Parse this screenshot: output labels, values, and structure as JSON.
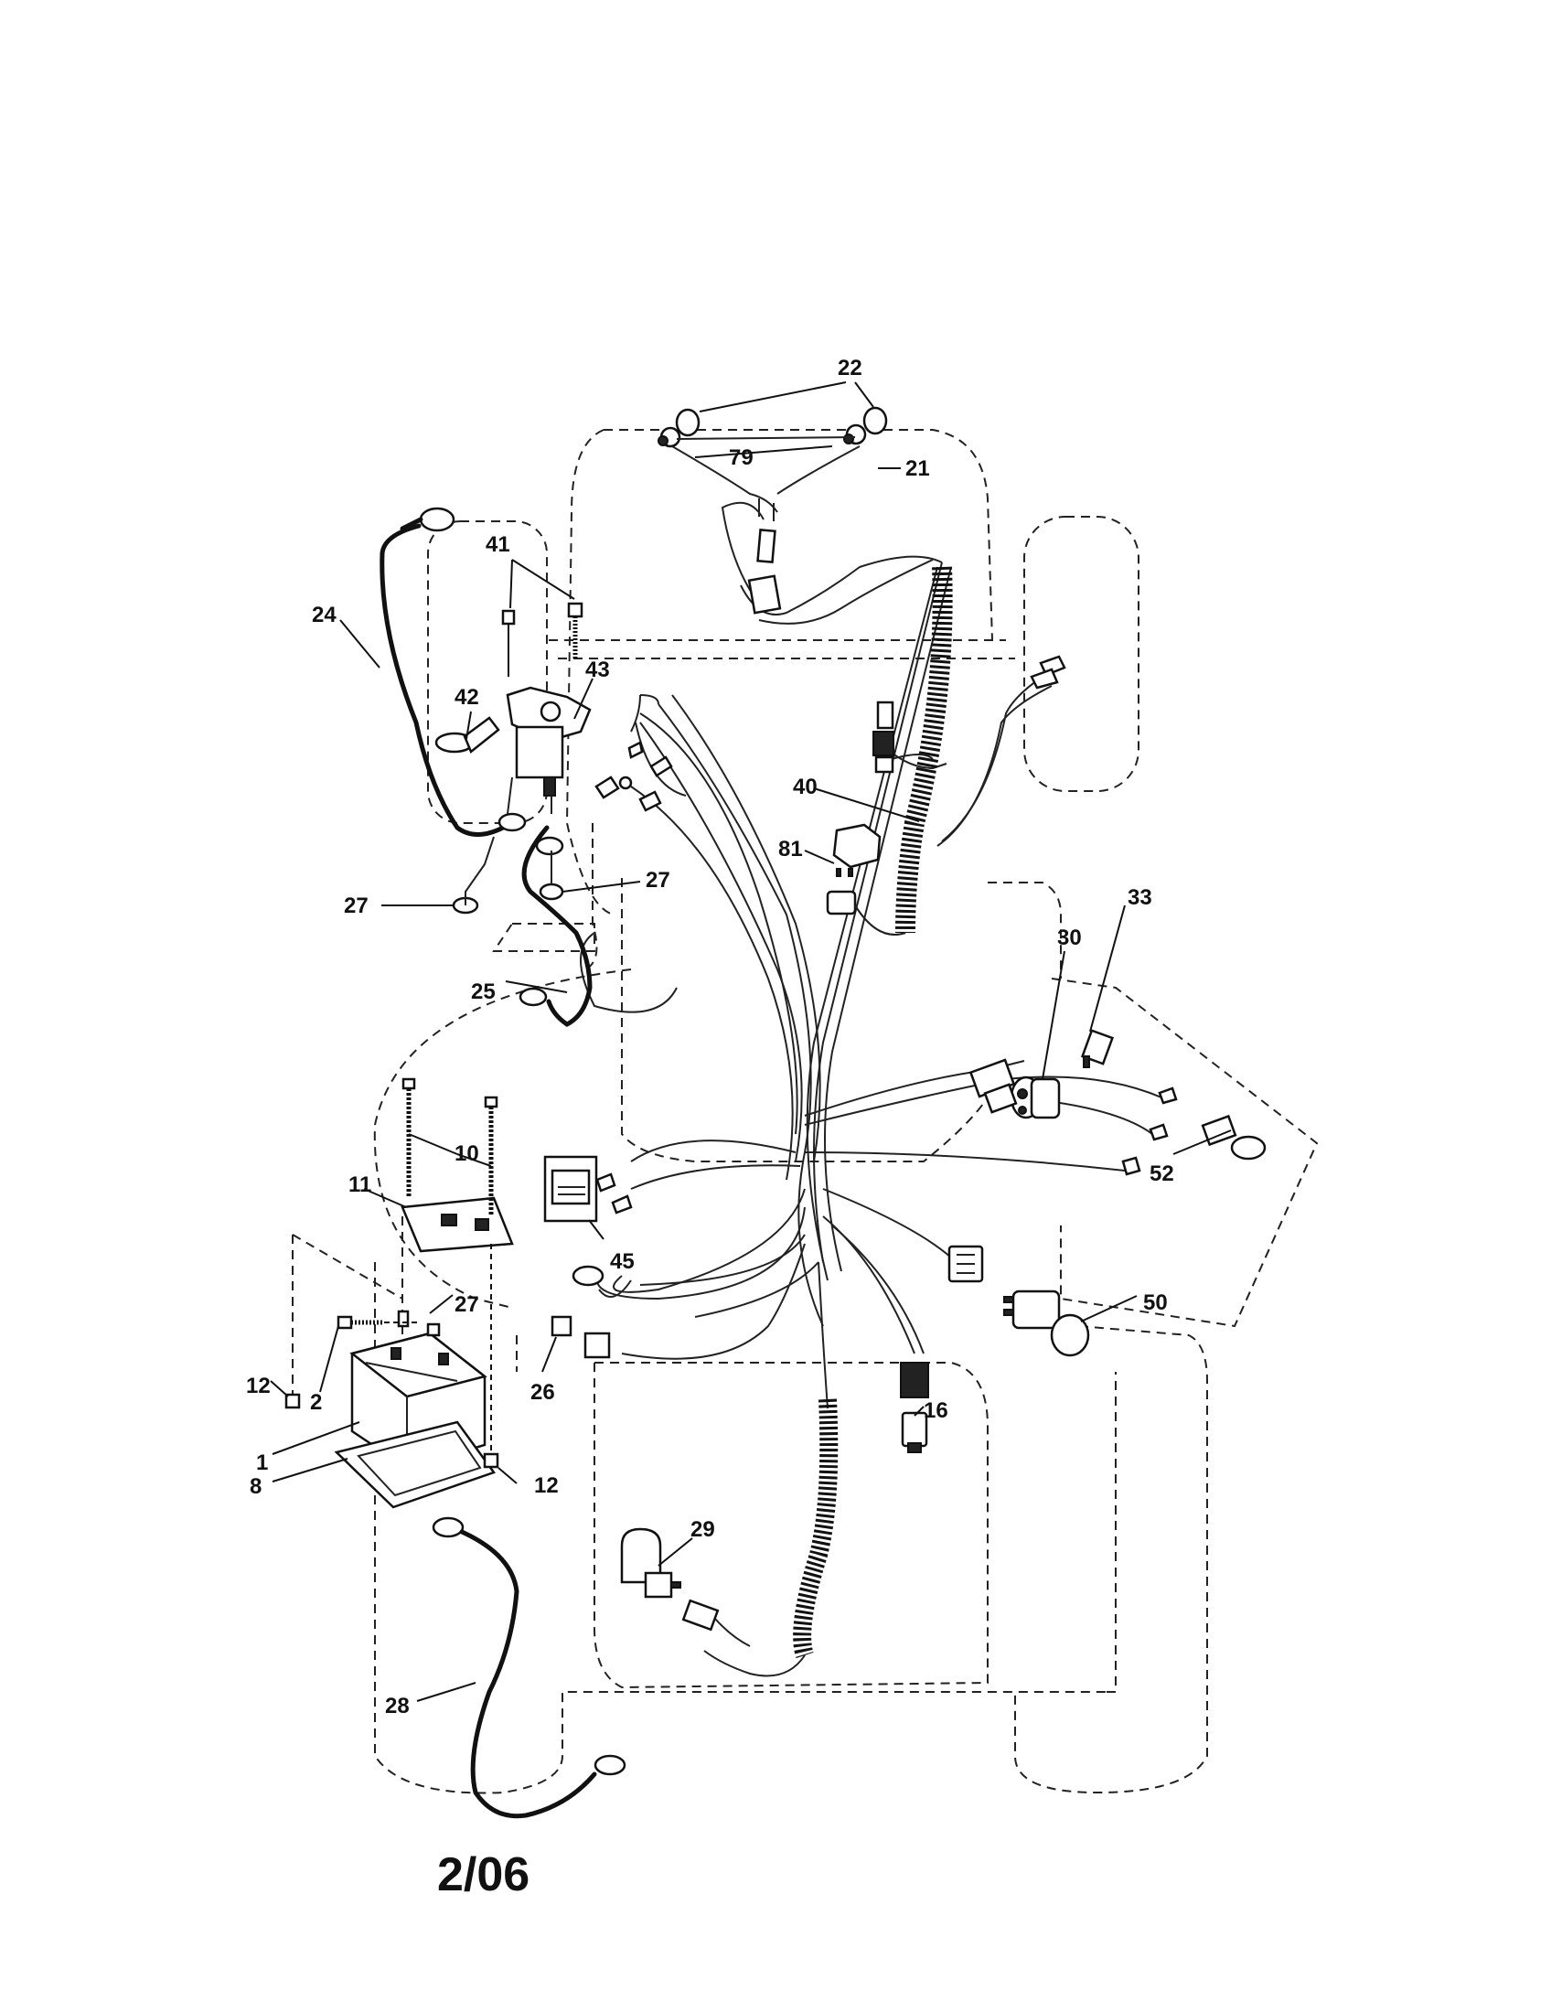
{
  "diagram": {
    "callouts": [
      {
        "id": "c22",
        "text": "22"
      },
      {
        "id": "c79",
        "text": "79"
      },
      {
        "id": "c21",
        "text": "21"
      },
      {
        "id": "c41",
        "text": "41"
      },
      {
        "id": "c24",
        "text": "24"
      },
      {
        "id": "c43",
        "text": "43"
      },
      {
        "id": "c42",
        "text": "42"
      },
      {
        "id": "c40",
        "text": "40"
      },
      {
        "id": "c81",
        "text": "81"
      },
      {
        "id": "c27a",
        "text": "27"
      },
      {
        "id": "c27b",
        "text": "27"
      },
      {
        "id": "c25",
        "text": "25"
      },
      {
        "id": "c33",
        "text": "33"
      },
      {
        "id": "c30",
        "text": "30"
      },
      {
        "id": "c10",
        "text": "10"
      },
      {
        "id": "c11",
        "text": "11"
      },
      {
        "id": "c45",
        "text": "45"
      },
      {
        "id": "c52",
        "text": "52"
      },
      {
        "id": "c27c",
        "text": "27"
      },
      {
        "id": "c50",
        "text": "50"
      },
      {
        "id": "c12a",
        "text": "12"
      },
      {
        "id": "c2",
        "text": "2"
      },
      {
        "id": "c26",
        "text": "26"
      },
      {
        "id": "c16",
        "text": "16"
      },
      {
        "id": "c1",
        "text": "1"
      },
      {
        "id": "c8",
        "text": "8"
      },
      {
        "id": "c12b",
        "text": "12"
      },
      {
        "id": "c29",
        "text": "29"
      },
      {
        "id": "c28",
        "text": "28"
      }
    ]
  },
  "footer": {
    "date_code": "2/06"
  }
}
